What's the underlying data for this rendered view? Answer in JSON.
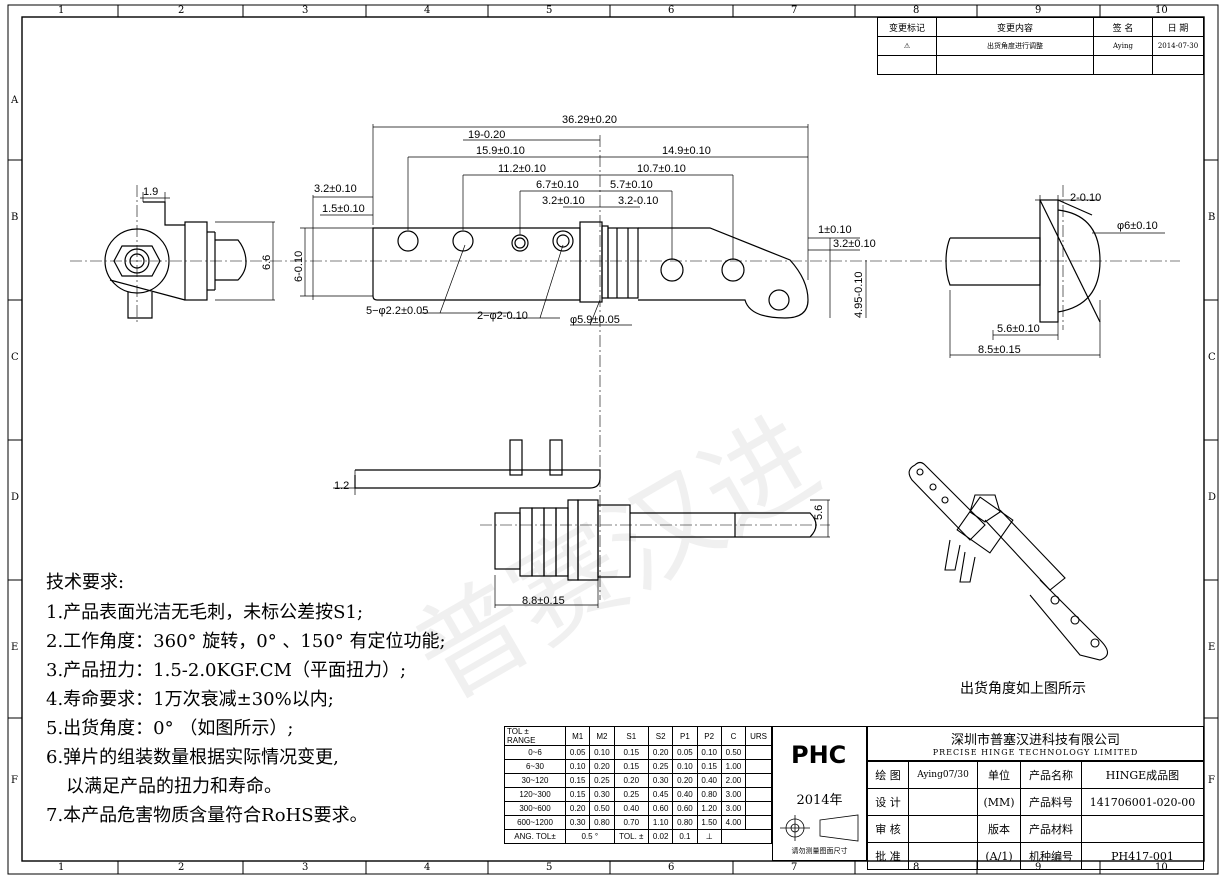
{
  "border": {
    "columns": [
      "1",
      "2",
      "3",
      "4",
      "5",
      "6",
      "7",
      "8",
      "9",
      "10"
    ],
    "rows": [
      "A",
      "B",
      "C",
      "D",
      "E",
      "F"
    ]
  },
  "revision": {
    "headers": [
      "变更标记",
      "变更内容",
      "签 名",
      "日 期"
    ],
    "row": {
      "mark": "⚠",
      "content": "出货角度进行调整",
      "signer": "Aying",
      "date": "2014-07-30"
    }
  },
  "dimensions": {
    "d1": "36.29±0.20",
    "d2": "19-0.20",
    "d3": "15.9±0.10",
    "d4": "14.9±0.10",
    "d5": "11.2±0.10",
    "d6": "10.7±0.10",
    "d7": "6.7±0.10",
    "d8": "5.7±0.10",
    "d9": "3.2±0.10",
    "d10": "3.2-0.10",
    "d11": "3.2±0.10",
    "d12": "1.5±0.10",
    "d13": "1.9",
    "d14": "6.6",
    "d15": "6-0.10",
    "d16": "1±0.10",
    "d17": "3.2±0.10",
    "d18": "4.95-0.10",
    "d19": "5−φ2.2±0.05",
    "d20": "2−φ2-0.10",
    "d21": "φ5.9±0.05",
    "d22": "2-0.10",
    "d23": "φ6±0.10",
    "d24": "5.6±0.10",
    "d25": "8.5±0.15",
    "d26": "1.2",
    "d27": "5.6",
    "d28": "8.8±0.15"
  },
  "shipping_note": "出货角度如上图所示",
  "watermark": "普赛汉进",
  "tech_requirements": {
    "title": "技术要求:",
    "items": [
      "1.产品表面光洁无毛刺，未标公差按S1;",
      "2.工作角度：360° 旋转，0° 、150° 有定位功能;",
      "3.产品扭力：1.5-2.0KGF.CM（平面扭力）;",
      "4.寿命要求：1万次衰减±30%以内;",
      "5.出货角度：0° （如图所示）;",
      "6.弹片的组装数量根据实际情况变更,",
      "  以满足产品的扭力和寿命。",
      "7.本产品危害物质含量符合RoHS要求。"
    ]
  },
  "tolerance_table": {
    "corner_top": "TOL ±",
    "corner_bottom": "RANGE",
    "headers": [
      "M1",
      "M2",
      "S1",
      "S2",
      "P1",
      "P2",
      "C",
      "URS"
    ],
    "rows": [
      {
        "range": "0~6",
        "vals": [
          "0.05",
          "0.10",
          "0.15",
          "0.20",
          "0.05",
          "0.10",
          "0.50",
          ""
        ]
      },
      {
        "range": "6~30",
        "vals": [
          "0.10",
          "0.20",
          "0.15",
          "0.25",
          "0.10",
          "0.15",
          "1.00",
          ""
        ]
      },
      {
        "range": "30~120",
        "vals": [
          "0.15",
          "0.25",
          "0.20",
          "0.30",
          "0.20",
          "0.40",
          "2.00",
          ""
        ]
      },
      {
        "range": "120~300",
        "vals": [
          "0.15",
          "0.30",
          "0.25",
          "0.45",
          "0.40",
          "0.80",
          "3.00",
          ""
        ]
      },
      {
        "range": "300~600",
        "vals": [
          "0.20",
          "0.50",
          "0.40",
          "0.60",
          "0.60",
          "1.20",
          "3.00",
          ""
        ]
      },
      {
        "range": "600~1200",
        "vals": [
          "0.30",
          "0.80",
          "0.70",
          "1.10",
          "0.80",
          "1.50",
          "4.00",
          ""
        ]
      }
    ],
    "ang_label": "ANG. TOL±",
    "ang_value": "0.5 °",
    "tol_label": "TOL. ±",
    "flat_value": "0.02",
    "pos_value": "0.1"
  },
  "title_block": {
    "logo": "PHC",
    "company_cn": "深圳市普塞汉进科技有限公司",
    "company_en": "PRECISE HINGE TECHNOLOGY LIMITED",
    "year": "2014年",
    "projection_note": "请勿测量图面尺寸",
    "roles": [
      "绘 图",
      "设 计",
      "审 核",
      "批 准"
    ],
    "drawer": "Aying07/30",
    "unit_label": "单位",
    "unit_value": "(MM)",
    "version_label": "版本",
    "version_value": "(A/1)",
    "fields": [
      {
        "label": "产品名称",
        "value": "HINGE成品图"
      },
      {
        "label": "产品料号",
        "value": "141706001-020-00"
      },
      {
        "label": "产品材料",
        "value": ""
      },
      {
        "label": "机种编号",
        "value": "PH417-001"
      }
    ]
  }
}
